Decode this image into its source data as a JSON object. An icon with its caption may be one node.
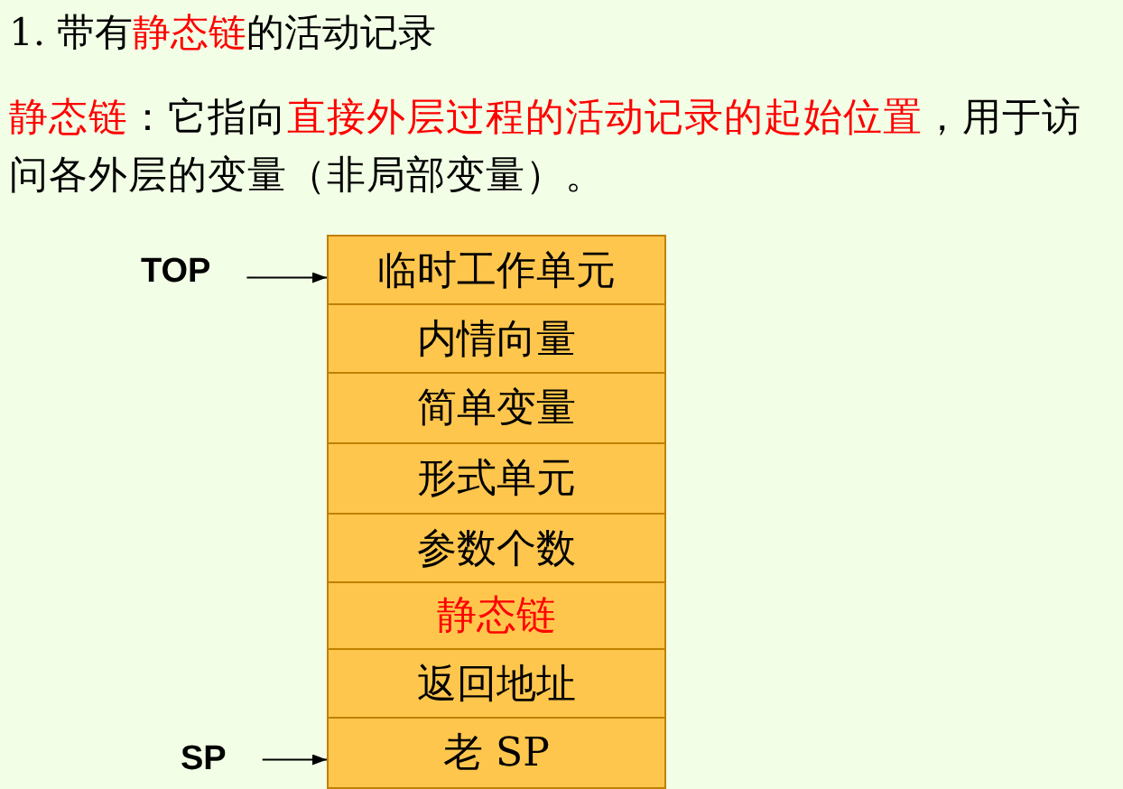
{
  "diagram": {
    "title": "1. 带有**静态链**的活动记录",
    "caption": "**静态链**：它指向**直接外层过程的活动记录的起始位置**，用于访问各外层的变量（非局部变量）。",
    "nodes": [
      {
        "text": [
          "临时工作单元"
        ]
      },
      {
        "text": [
          "内情向量"
        ]
      },
      {
        "text": [
          "简单变量"
        ]
      },
      {
        "text": [
          "形式单元"
        ]
      },
      {
        "text": [
          "参数个数"
        ]
      },
      {
        "text": [
          "静态链"
        ]
      },
      {
        "text": [
          "返回地址"
        ]
      },
      {
        "text": [
          "老 SP"
        ]
      },
      {
        "text": [
          "TOP"
        ]
      },
      {
        "text": [
          "SP"
        ]
      }
    ],
    "edges": [
      {
        "from": 8,
        "to": 0,
        "arrow": "to"
      },
      {
        "from": 9,
        "to": 7,
        "arrow": "to"
      }
    ]
  }
}
